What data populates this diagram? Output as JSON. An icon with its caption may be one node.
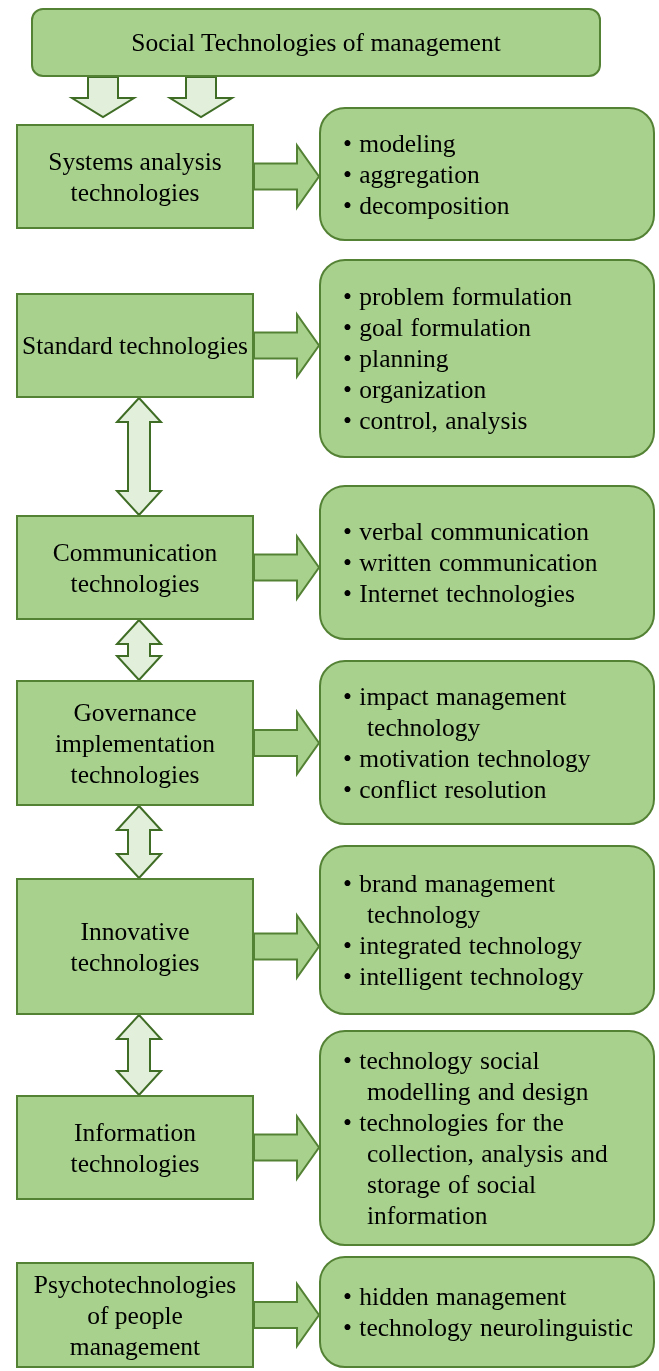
{
  "diagram": {
    "nodes": [
      {
        "text": [
          "Social Technologies of management"
        ]
      },
      {
        "text": [
          "Systems analysis technologies"
        ]
      },
      {
        "text": [
          "• modeling",
          "• aggregation",
          "• decomposition"
        ]
      },
      {
        "text": [
          "Standard technologies"
        ]
      },
      {
        "text": [
          "• problem formulation",
          "• goal formulation",
          "• planning",
          "• organization",
          "• control, analysis"
        ]
      },
      {
        "text": [
          "Communication technologies"
        ]
      },
      {
        "text": [
          "• verbal communication",
          "• written communication",
          "• Internet technologies"
        ]
      },
      {
        "text": [
          "Governance implementation technologies"
        ]
      },
      {
        "text": [
          "• impact management technology",
          "• motivation technology",
          "• conflict resolution"
        ]
      },
      {
        "text": [
          "Innovative technologies"
        ]
      },
      {
        "text": [
          "• brand management technology",
          "• integrated technology",
          "• intelligent technology"
        ]
      },
      {
        "text": [
          "Information technologies"
        ]
      },
      {
        "text": [
          "• technology social modelling and design",
          "• technologies for the collection, analysis and storage of social information"
        ]
      },
      {
        "text": [
          "Psychotechnologies of people management"
        ]
      },
      {
        "text": [
          "• hidden management",
          "• technology neurolinguistic"
        ]
      }
    ],
    "edges": [
      {
        "from": 0,
        "to": 1,
        "arrow": "to"
      },
      {
        "from": 0,
        "to": 1,
        "arrow": "to"
      },
      {
        "from": 1,
        "to": 2,
        "arrow": "to"
      },
      {
        "from": 3,
        "to": 4,
        "arrow": "to"
      },
      {
        "from": 3,
        "to": 5,
        "arrow": "both"
      },
      {
        "from": 5,
        "to": 6,
        "arrow": "to"
      },
      {
        "from": 5,
        "to": 7,
        "arrow": "both"
      },
      {
        "from": 7,
        "to": 8,
        "arrow": "to"
      },
      {
        "from": 7,
        "to": 9,
        "arrow": "both"
      },
      {
        "from": 9,
        "to": 10,
        "arrow": "to"
      },
      {
        "from": 9,
        "to": 11,
        "arrow": "both"
      },
      {
        "from": 11,
        "to": 12,
        "arrow": "to"
      },
      {
        "from": 13,
        "to": 14,
        "arrow": "to"
      }
    ]
  }
}
